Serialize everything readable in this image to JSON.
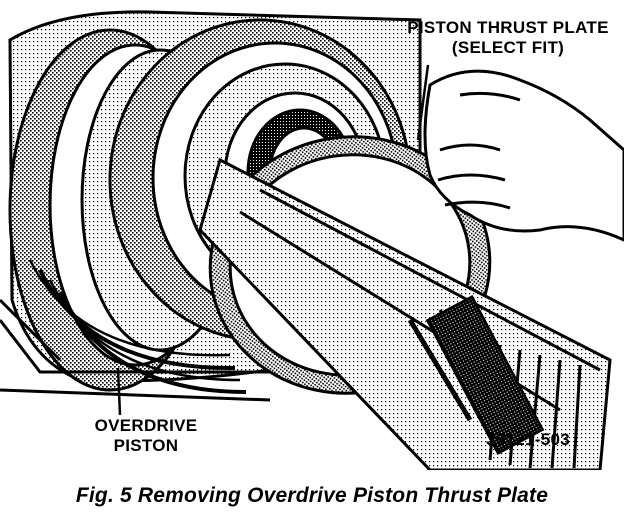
{
  "figure": {
    "callouts": {
      "thrust_plate_line1": "PISTON THRUST PLATE",
      "thrust_plate_line2": "(SELECT FIT)",
      "piston_line1": "OVERDRIVE",
      "piston_line2": "PISTON"
    },
    "figure_id": "J9121-503"
  },
  "caption": "Fig. 5 Removing Overdrive Piston Thrust Plate"
}
